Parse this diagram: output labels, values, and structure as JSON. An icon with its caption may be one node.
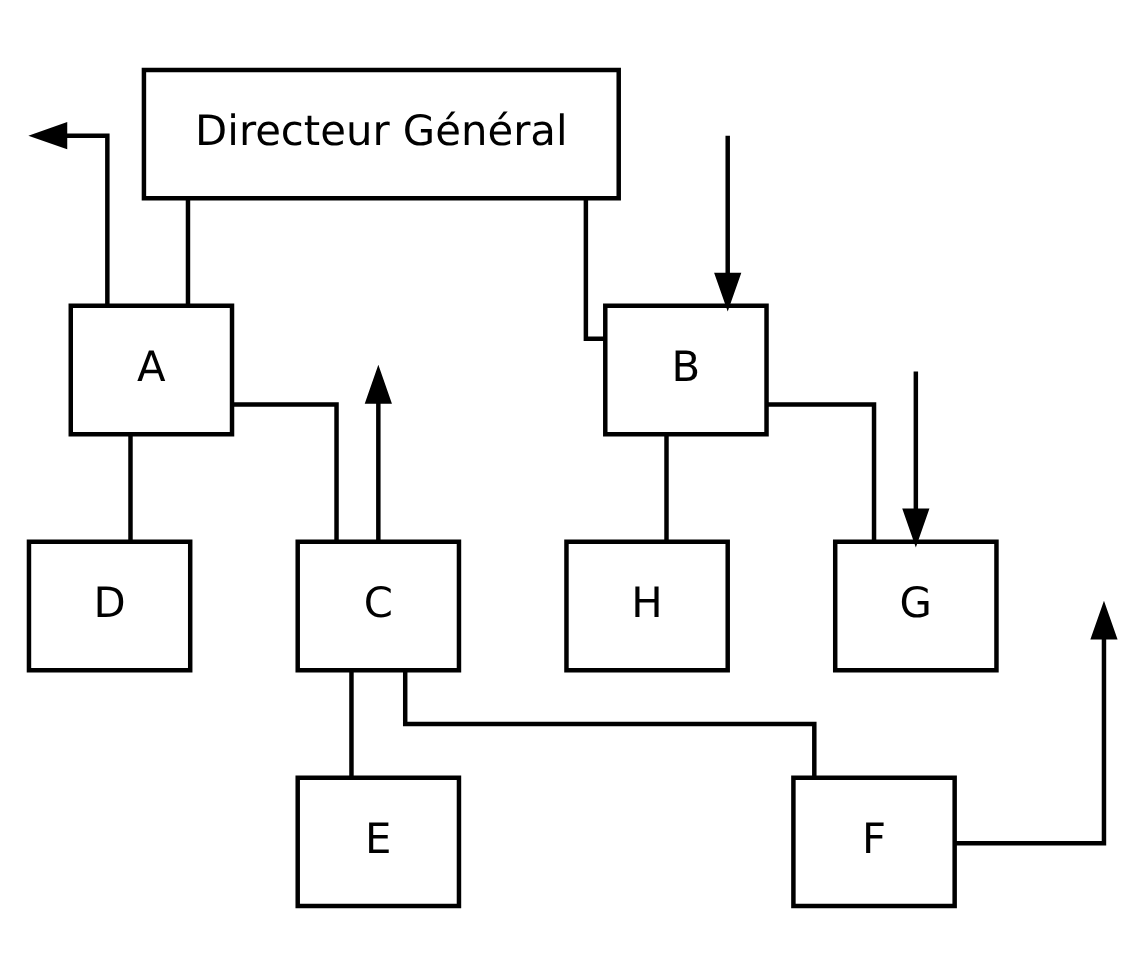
{
  "diagram": {
    "nodes": [
      {
        "text": [
          "Directeur Général"
        ]
      },
      {
        "text": [
          "A"
        ]
      },
      {
        "text": [
          "B"
        ]
      },
      {
        "text": [
          "C"
        ]
      },
      {
        "text": [
          "D"
        ]
      },
      {
        "text": [
          "H"
        ]
      },
      {
        "text": [
          "G"
        ]
      },
      {
        "text": [
          "F"
        ]
      },
      {
        "text": [
          "E"
        ]
      }
    ],
    "edges": [
      {
        "from": 0,
        "to": 1,
        "arrow": "none"
      },
      {
        "from": 0,
        "to": 2,
        "arrow": "none"
      },
      {
        "from": 1,
        "to": 3,
        "arrow": "none"
      },
      {
        "from": 1,
        "to": 4,
        "arrow": "none"
      },
      {
        "from": 2,
        "to": 5,
        "arrow": "none"
      },
      {
        "from": 2,
        "to": 6,
        "arrow": "none"
      },
      {
        "from": 3,
        "to": 7,
        "arrow": "none"
      },
      {
        "from": 3,
        "to": 8,
        "arrow": "none"
      },
      {
        "from": 1,
        "to": null,
        "arrow": "to"
      },
      {
        "from": null,
        "to": 2,
        "arrow": "to"
      },
      {
        "from": 3,
        "to": null,
        "arrow": "to"
      },
      {
        "from": null,
        "to": 6,
        "arrow": "to"
      },
      {
        "from": 7,
        "to": null,
        "arrow": "to"
      }
    ]
  }
}
